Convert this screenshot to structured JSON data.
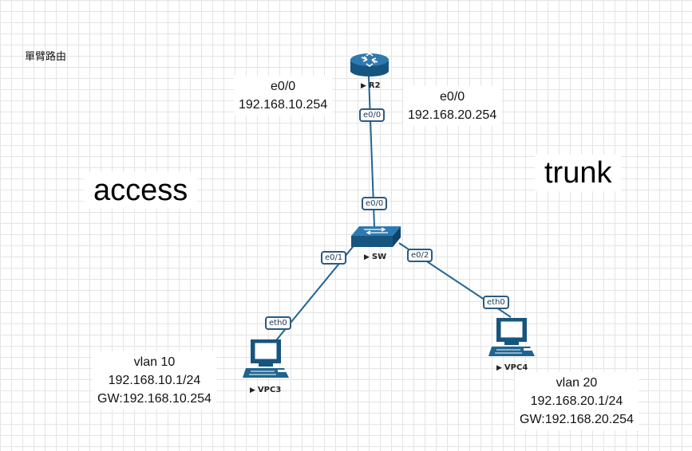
{
  "title": "單臂路由",
  "colors": {
    "link": "#1f6491",
    "device": "#1f6491",
    "grid": "#e4e4e4"
  },
  "labels": {
    "access": "access",
    "trunk": "trunk"
  },
  "r2_left": {
    "line1": "e0/0",
    "line2": "192.168.10.254"
  },
  "r2_right": {
    "line1": "e0/0",
    "line2": "192.168.20.254"
  },
  "vpc3_info": {
    "line1": "vlan 10",
    "line2": "192.168.10.1/24",
    "line3": "GW:192.168.10.254"
  },
  "vpc4_info": {
    "line1": "vlan 20",
    "line2": "192.168.20.1/24",
    "line3": "GW:192.168.20.254"
  },
  "nodes": {
    "r2": {
      "name": "R2",
      "icon": "router-icon"
    },
    "sw": {
      "name": "SW",
      "icon": "switch-icon"
    },
    "vpc3": {
      "name": "VPC3",
      "icon": "pc-icon"
    },
    "vpc4": {
      "name": "VPC4",
      "icon": "pc-icon"
    }
  },
  "ports": {
    "r2_e0": "e0/0",
    "sw_e0": "e0/0",
    "sw_e1": "e0/1",
    "sw_e2": "e0/2",
    "vpc3_eth0": "eth0",
    "vpc4_eth0": "eth0"
  }
}
